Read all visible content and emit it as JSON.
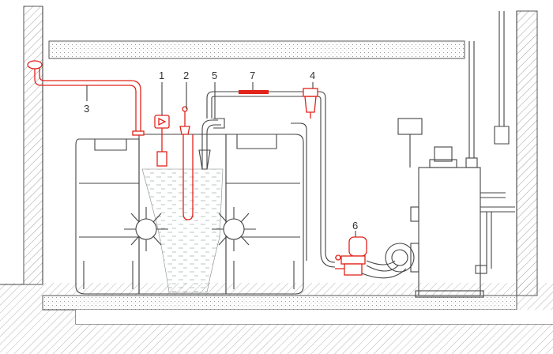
{
  "callouts": {
    "c1": "1",
    "c2": "2",
    "c3": "3",
    "c4": "4",
    "c5": "5",
    "c6": "6",
    "c7": "7"
  },
  "colors": {
    "accent_red": "#e2231a",
    "line_gray": "#444444",
    "oil_fill": "#eef2f4"
  }
}
